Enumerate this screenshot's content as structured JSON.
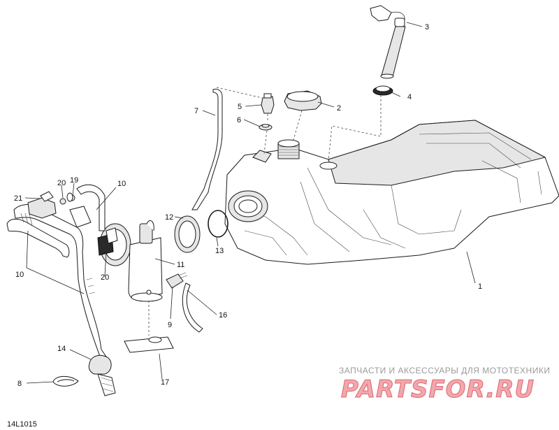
{
  "diagram": {
    "code": "14L1015",
    "callouts": [
      "1",
      "2",
      "3",
      "4",
      "5",
      "6",
      "7",
      "8",
      "9",
      "10",
      "10",
      "10",
      "11",
      "12",
      "13",
      "14",
      "16",
      "17",
      "19",
      "20",
      "20",
      "21"
    ]
  },
  "watermark": {
    "tagline": "ЗАПЧАСТИ И АКСЕССУАРЫ ДЛЯ МОТОТЕХНИКИ",
    "brand": "PARTSFOR.RU"
  }
}
